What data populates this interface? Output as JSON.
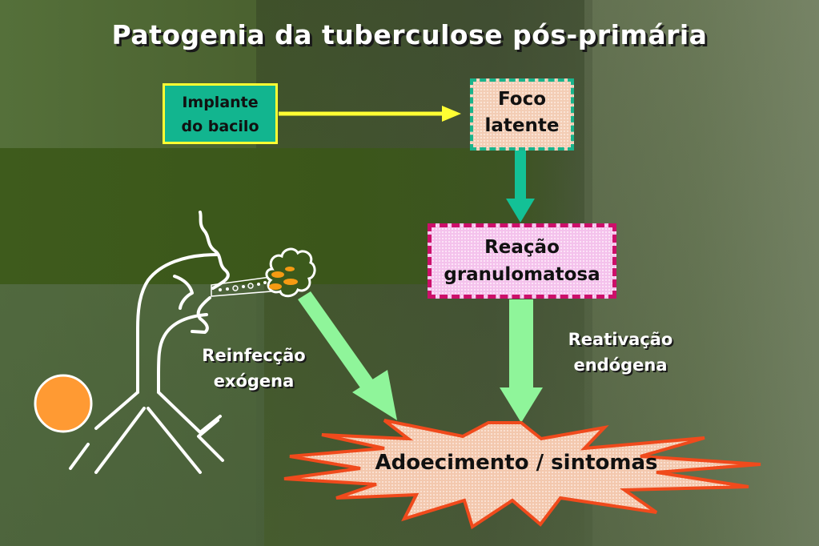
{
  "title": "Patogenia da tuberculose pós-primária",
  "nodes": {
    "implante": {
      "line1": "Implante",
      "line2": "do bacilo",
      "fill": "#12b58f",
      "border": "#ffff33"
    },
    "foco": {
      "line1": "Foco",
      "line2": "latente",
      "fill": "#f3cdb5",
      "border": "#1ab48c"
    },
    "reacao": {
      "line1": "Reação",
      "line2": "granulomatosa",
      "fill": "#f4c2ec",
      "border": "#cc0f6a"
    },
    "adoecimento": {
      "label": "Adoecimento / sintomas",
      "fill": "#f7d7c3",
      "border": "#f04a1c"
    }
  },
  "labels": {
    "reinfeccao": {
      "line1": "Reinfecção",
      "line2": "exógena"
    },
    "reativacao": {
      "line1": "Reativação",
      "line2": "endógena"
    }
  },
  "arrows": [
    {
      "from": "implante",
      "to": "foco",
      "color": "#ffff33"
    },
    {
      "from": "foco",
      "to": "reacao",
      "color": "#13c196"
    },
    {
      "from": "reacao",
      "to": "adoecimento",
      "color": "#8ff59a",
      "label": "Reativação endógena"
    },
    {
      "from": "tosse-aerossol",
      "to": "adoecimento",
      "color": "#8ff59a",
      "label": "Reinfecção exógena"
    }
  ],
  "illustration": {
    "figure": "head-profile-with-airways",
    "droplet_cloud": "aerosol-cloud",
    "circle_color": "#ff9a33"
  }
}
